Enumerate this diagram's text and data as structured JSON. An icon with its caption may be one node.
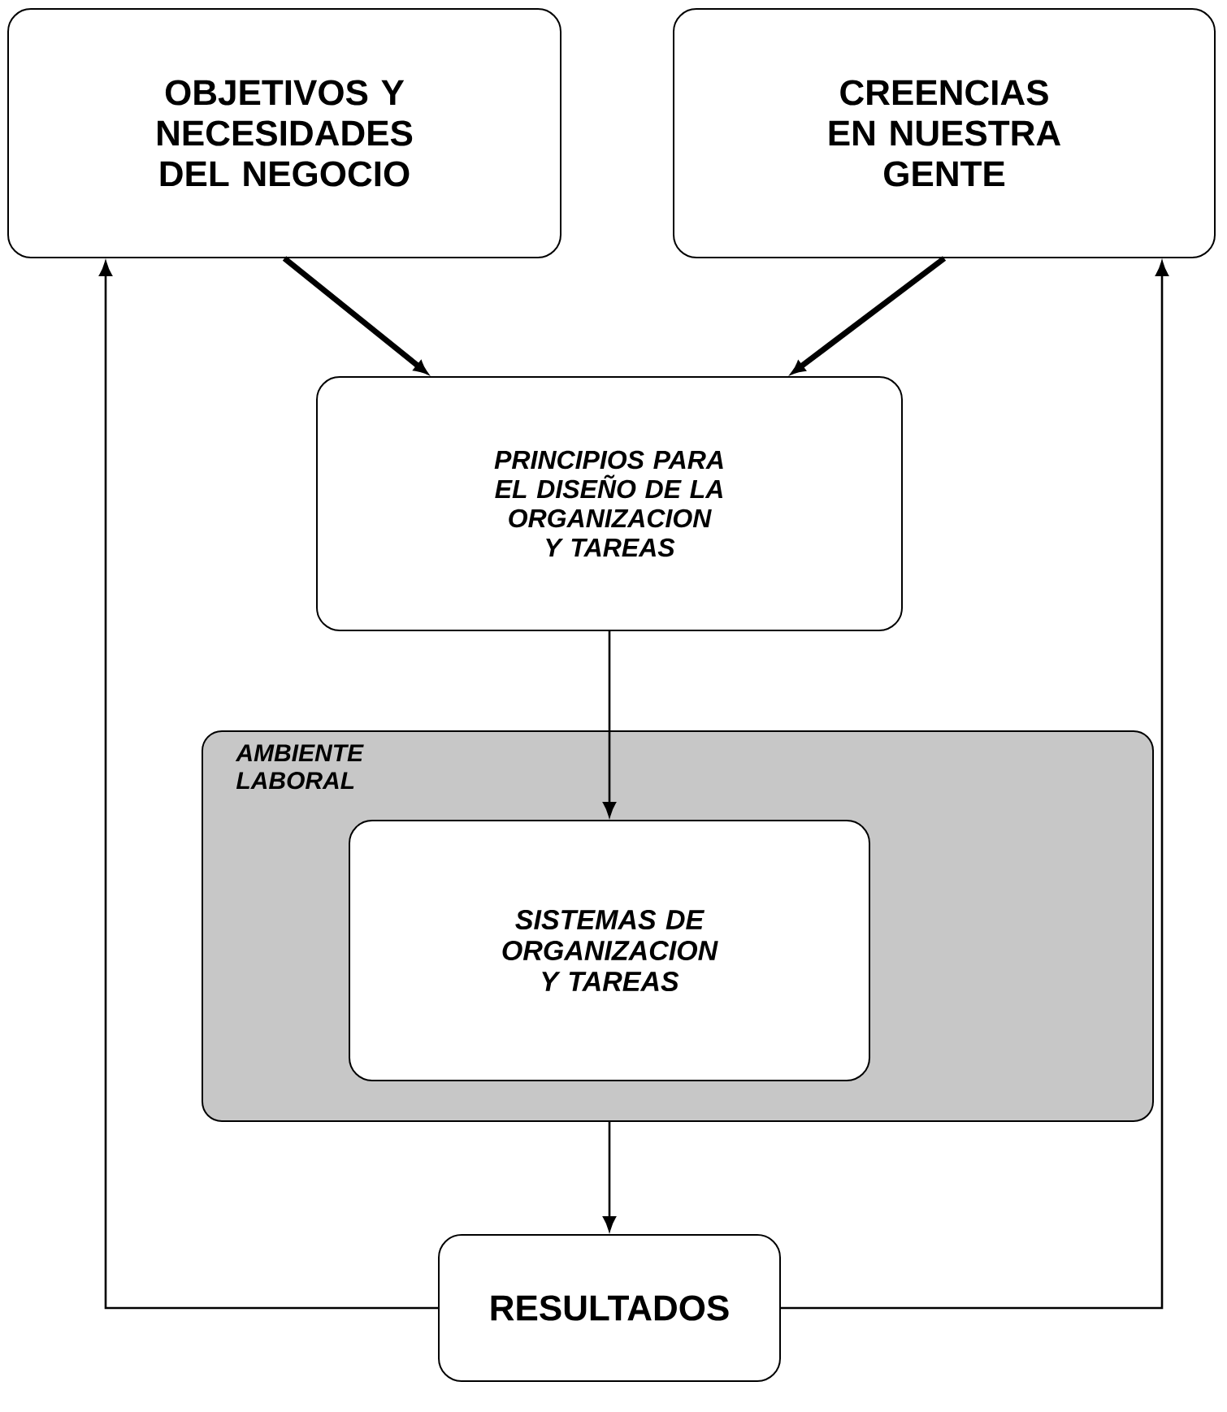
{
  "diagram": {
    "nodes": [
      {
        "text": [
          "OBJETIVOS Y NECESIDADES DEL NEGOCIO"
        ]
      },
      {
        "text": [
          "CREENCIAS EN NUESTRA GENTE"
        ]
      },
      {
        "text": [
          "PRINCIPIOS PARA EL DISEÑO DE LA ORGANIZACION Y TAREAS"
        ]
      },
      {
        "text": [
          "AMBIENTE LABORAL"
        ]
      },
      {
        "text": [
          "SISTEMAS DE ORGANIZACION Y TAREAS"
        ],
        "in": 3
      },
      {
        "text": [
          "RESULTADOS"
        ]
      }
    ],
    "edges": [
      {
        "from": 0,
        "to": 2,
        "arrow": "to",
        "style": "thick"
      },
      {
        "from": 1,
        "to": 2,
        "arrow": "to",
        "style": "thick"
      },
      {
        "from": 2,
        "to": 4,
        "arrow": "to"
      },
      {
        "from": 3,
        "to": 5,
        "arrow": "to"
      },
      {
        "from": 5,
        "to": 0,
        "arrow": "to"
      },
      {
        "from": 5,
        "to": 1,
        "arrow": "to"
      }
    ]
  }
}
